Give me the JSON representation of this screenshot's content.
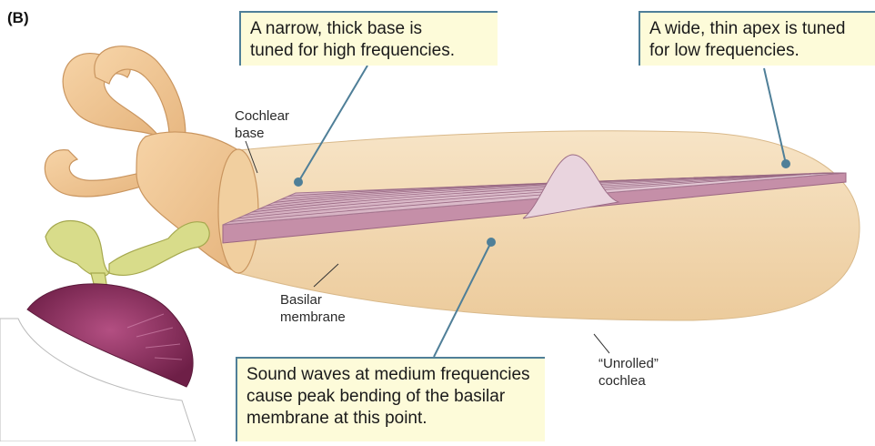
{
  "figure": {
    "panel_letter": "(B)",
    "callouts": {
      "base": {
        "lines": [
          "A narrow, thick base is",
          "tuned for high frequencies."
        ]
      },
      "apex": {
        "lines": [
          "A wide, thin apex is tuned",
          "for low frequencies."
        ]
      },
      "medium": {
        "lines": [
          "Sound waves at medium frequencies",
          "cause peak bending of the basilar",
          "membrane at this point."
        ]
      }
    },
    "labels": {
      "cochlear_base": [
        "Cochlear",
        "base"
      ],
      "basilar_membrane": [
        "Basilar",
        "membrane"
      ],
      "unrolled_cochlea": [
        "“Unrolled”",
        "cochlea"
      ]
    },
    "colors": {
      "callout_bg": "#fdfbd9",
      "callout_border": "#4f7f98",
      "leader_line": "#4f7f98",
      "cochlea_tube": "#f3d9b4",
      "membrane_top": "#d9b8c8",
      "membrane_side": "#c58fa8",
      "ossicles": "#d8dc8a",
      "eardrum_muscle": "#8e2d5e"
    }
  }
}
